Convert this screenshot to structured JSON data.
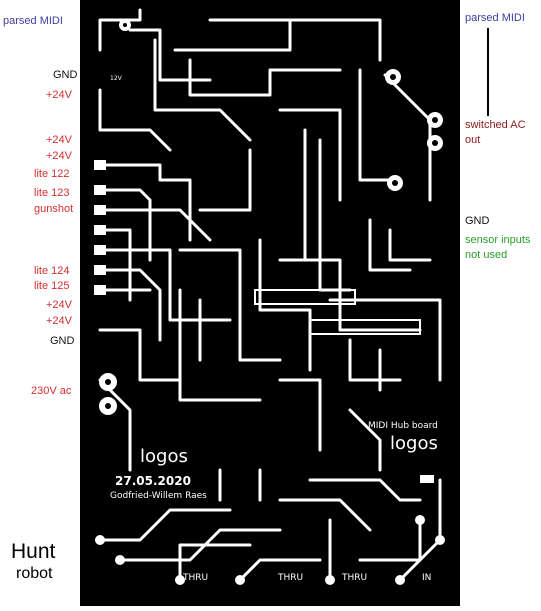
{
  "left_labels": [
    {
      "text": "parsed MIDI",
      "color": "blue"
    },
    {
      "text": "GND",
      "color": "black"
    },
    {
      "text": "+24V",
      "color": "red"
    },
    {
      "text": "+24V",
      "color": "red"
    },
    {
      "text": "+24V",
      "color": "red"
    },
    {
      "text": "lite 122",
      "color": "red"
    },
    {
      "text": "lite 123",
      "color": "red"
    },
    {
      "text": "gunshot",
      "color": "red"
    },
    {
      "text": "lite 124",
      "color": "red"
    },
    {
      "text": "lite 125",
      "color": "red"
    },
    {
      "text": "+24V",
      "color": "red"
    },
    {
      "text": "+24V",
      "color": "red"
    },
    {
      "text": "GND",
      "color": "black"
    },
    {
      "text": "230V ac",
      "color": "red"
    }
  ],
  "right_labels": [
    {
      "text": "parsed MIDI",
      "color": "blue"
    },
    {
      "text": "switched AC",
      "color": "maroon"
    },
    {
      "text": "out",
      "color": "maroon"
    },
    {
      "text": "GND",
      "color": "black"
    },
    {
      "text": "sensor inputs",
      "color": "green"
    },
    {
      "text": "not used",
      "color": "green"
    }
  ],
  "title": {
    "line1": "Hunt",
    "line2": "robot"
  },
  "pcb": {
    "logo1": "logos",
    "logo2": "logos",
    "date": "27.05.2020",
    "author": "Godfried-Willem Raes",
    "board_name": "MIDI Hub board",
    "version": "12V",
    "connectors": [
      "THRU",
      "THRU",
      "THRU",
      "IN"
    ]
  }
}
